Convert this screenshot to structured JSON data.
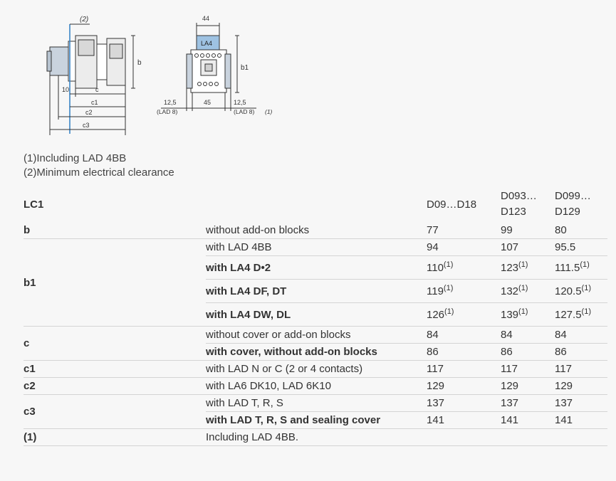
{
  "drawing": {
    "left": {
      "callout": "(2)",
      "dim_10": "10",
      "dim_c": "c",
      "dim_c1": "c1",
      "dim_c2": "c2",
      "dim_c3": "c3",
      "dim_b": "b"
    },
    "right": {
      "dim_44": "44",
      "block_label": "LA4",
      "dim_b1": "b1",
      "dim_45": "45",
      "left_offset": "12,5",
      "left_offset_note": "(LAD 8)",
      "right_offset": "12,5",
      "right_offset_note": "(LAD 8)",
      "right_offset_ref": "(1)"
    }
  },
  "notes": [
    "(1)Including LAD 4BB",
    "(2)Minimum electrical clearance"
  ],
  "table": {
    "header": {
      "label": "LC1",
      "col1": "D09…D18",
      "col2_line1": "D093…",
      "col2_line2": "D123",
      "col3_line1": "D099…",
      "col3_line2": "D129"
    },
    "groups": [
      {
        "label": "b",
        "rows": [
          {
            "desc": "without add-on blocks",
            "bold": false,
            "v1": "77",
            "v2": "99",
            "v3": "80",
            "sup": ""
          }
        ]
      },
      {
        "label": "b1",
        "rows": [
          {
            "desc": "with LAD 4BB",
            "bold": false,
            "v1": "94",
            "v2": "107",
            "v3": "95.5",
            "sup": ""
          },
          {
            "desc": "with LA4 D•2",
            "bold": true,
            "v1": "110",
            "v2": "123",
            "v3": "111.5",
            "sup": "(1)"
          },
          {
            "desc": "with LA4 DF, DT",
            "bold": true,
            "v1": "119",
            "v2": "132",
            "v3": "120.5",
            "sup": "(1)"
          },
          {
            "desc": "with LA4 DW, DL",
            "bold": true,
            "v1": "126",
            "v2": "139",
            "v3": "127.5",
            "sup": "(1)"
          }
        ]
      },
      {
        "label": "c",
        "rows": [
          {
            "desc": "without cover or add-on blocks",
            "bold": false,
            "v1": "84",
            "v2": "84",
            "v3": "84",
            "sup": ""
          },
          {
            "desc": "with cover, without add-on blocks",
            "bold": true,
            "v1": "86",
            "v2": "86",
            "v3": "86",
            "sup": ""
          }
        ]
      },
      {
        "label": "c1",
        "rows": [
          {
            "desc": "with LAD N or C (2 or 4 contacts)",
            "bold": false,
            "v1": "117",
            "v2": "117",
            "v3": "117",
            "sup": ""
          }
        ]
      },
      {
        "label": "c2",
        "rows": [
          {
            "desc": "with LA6 DK10, LAD 6K10",
            "bold": false,
            "v1": "129",
            "v2": "129",
            "v3": "129",
            "sup": ""
          }
        ]
      },
      {
        "label": "c3",
        "rows": [
          {
            "desc": "with LAD T, R, S",
            "bold": false,
            "v1": "137",
            "v2": "137",
            "v3": "137",
            "sup": ""
          },
          {
            "desc": "with LAD T, R, S and sealing cover",
            "bold": true,
            "v1": "141",
            "v2": "141",
            "v3": "141",
            "sup": ""
          }
        ]
      },
      {
        "label": "(1)",
        "rows": [
          {
            "desc": "Including LAD 4BB.",
            "bold": false,
            "v1": "",
            "v2": "",
            "v3": "",
            "sup": ""
          }
        ]
      }
    ]
  }
}
